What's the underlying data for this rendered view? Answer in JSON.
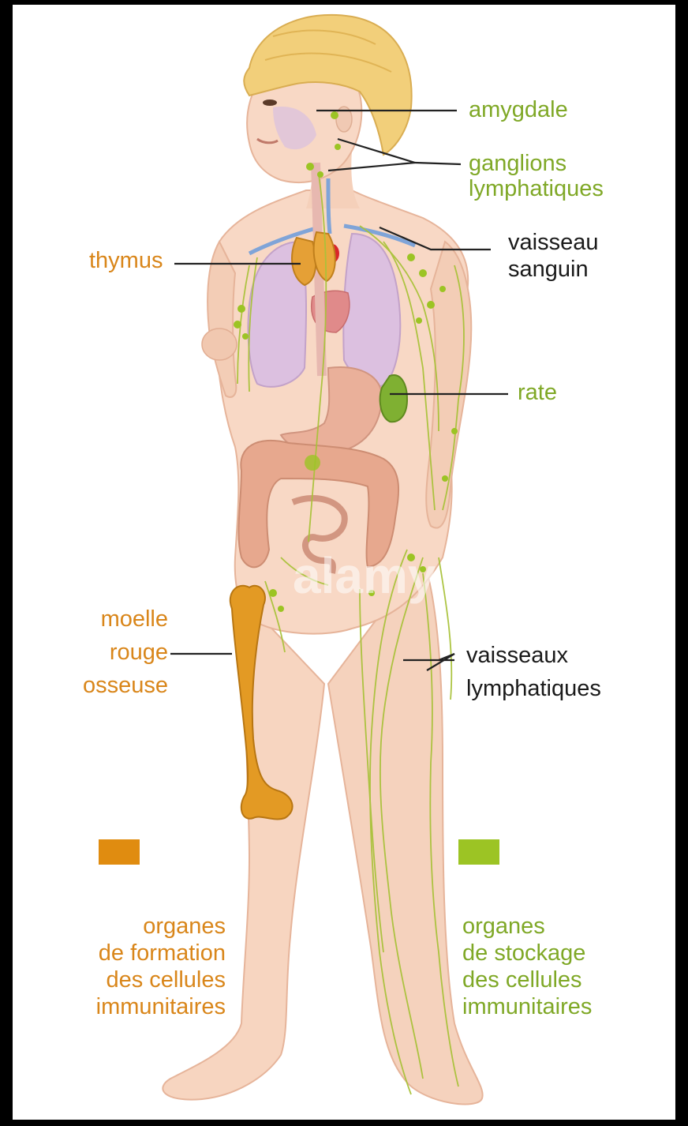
{
  "labels": {
    "amygdale": "amygdale",
    "ganglions_1": "ganglions",
    "ganglions_2": "lymphatiques",
    "vaisseau_1": "vaisseau",
    "vaisseau_2": "sanguin",
    "thymus": "thymus",
    "rate": "rate",
    "moelle_1": "moelle",
    "moelle_2": "rouge",
    "moelle_3": "osseuse",
    "vaisseaux_1": "vaisseaux",
    "vaisseaux_2": "lymphatiques"
  },
  "legend": {
    "formation": {
      "color": "#e08c10",
      "lines": [
        "organes",
        "de formation",
        "des cellules",
        "immunitaires"
      ]
    },
    "stockage": {
      "color": "#9cc424",
      "lines": [
        "organes",
        "de stockage",
        "des cellules",
        "immunitaires"
      ]
    }
  },
  "watermark": "alamy",
  "colors": {
    "skin": "#f7d7c3",
    "skin_shade": "#ecb9a0",
    "lung": "#dcc0e0",
    "thymus": "#e5a036",
    "spleen": "#7fb032",
    "lymph": "#a9c23a",
    "bone": "#e39a24",
    "hair": "#f2cf7a",
    "intestine": "#e7a88e",
    "heart": "#e08a8a"
  }
}
